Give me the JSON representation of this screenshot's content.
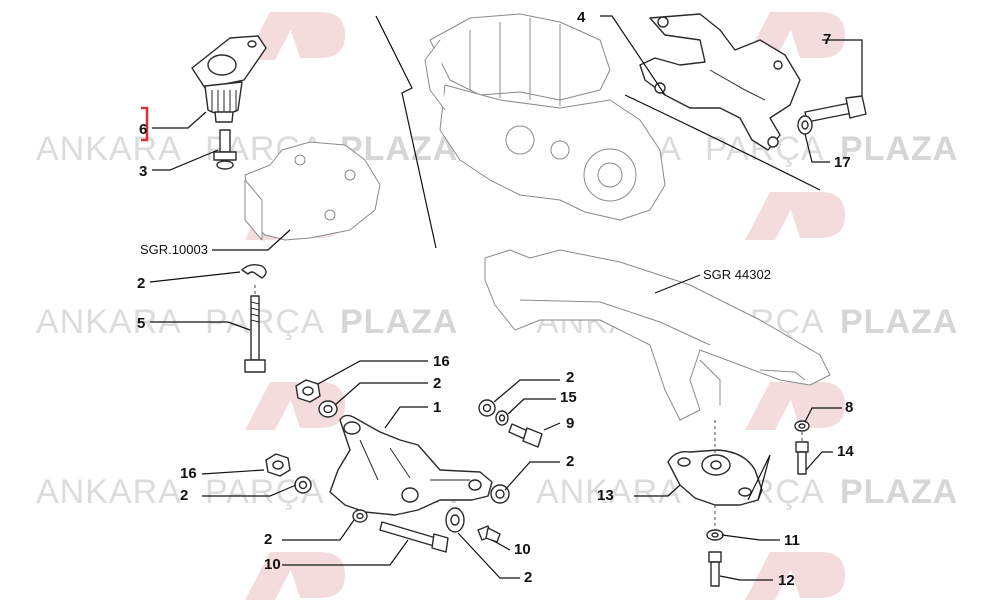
{
  "watermark": {
    "brand_a": "ANKARA",
    "brand_b": "PARÇA",
    "brand_c": "PLAZA",
    "logo_letters": "AP"
  },
  "references": {
    "sgr_left": "SGR.10003",
    "sgr_right": "SGR  44302"
  },
  "callouts": {
    "c1": "1",
    "c2a": "2",
    "c2b": "2",
    "c2c": "2",
    "c2d": "2",
    "c2e": "2",
    "c2f": "2",
    "c2g": "2",
    "c3": "3",
    "c4": "4",
    "c5": "5",
    "c6": "6",
    "c7": "7",
    "c8": "8",
    "c9": "9",
    "c10a": "10",
    "c10b": "10",
    "c11": "11",
    "c12": "12",
    "c13": "13",
    "c14": "14",
    "c15": "15",
    "c16a": "16",
    "c16b": "16",
    "c17": "17"
  },
  "colors": {
    "highlight_bracket": "#e03030",
    "watermark": "#dcdcdc",
    "logo": "#f2d6d6"
  }
}
